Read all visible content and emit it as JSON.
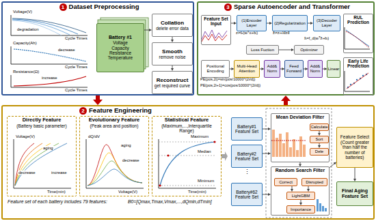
{
  "diagram": {
    "nodes": [
      {
        "text": [
          "1",
          "Dataset Preprocessing"
        ]
      },
      {
        "text": [
          "Battery #1",
          "Voltage",
          "Capacity",
          "Resistance",
          "Temperature"
        ],
        "in": 0
      },
      {
        "text": [
          "Collation",
          "delete error data"
        ],
        "in": 0
      },
      {
        "text": [
          "Smooth",
          "remove noise"
        ],
        "in": 0
      },
      {
        "text": [
          "Reconstruct",
          "get required curve"
        ],
        "in": 0
      },
      {
        "text": [
          "3",
          "Sparse Autoencoder and Transformer"
        ]
      },
      {
        "text": [
          "Feature Set Input"
        ],
        "in": 5
      },
      {
        "text": [
          "(1)Encoder Layer"
        ],
        "in": 5
      },
      {
        "text": [
          "(2)Regularization"
        ],
        "in": 5
      },
      {
        "text": [
          "(3)Decoder Layer"
        ],
        "in": 5
      },
      {
        "text": [
          "Loss Fuction"
        ],
        "in": 5
      },
      {
        "text": [
          "Optimizer"
        ],
        "in": 5
      },
      {
        "text": [
          "Positional Encoding"
        ],
        "in": 5
      },
      {
        "text": [
          "Multi-Head Attention"
        ],
        "in": 5
      },
      {
        "text": [
          "Add& Norm"
        ],
        "in": 5
      },
      {
        "text": [
          "Feed Forward"
        ],
        "in": 5
      },
      {
        "text": [
          "Add& Norm"
        ],
        "in": 5
      },
      {
        "text": [
          "Linear"
        ],
        "in": 5
      },
      {
        "text": [
          "RUL Prediction"
        ],
        "in": 5
      },
      {
        "text": [
          "Early Life Prediction"
        ],
        "in": 5
      },
      {
        "text": [
          "2",
          "Feature Engineering"
        ]
      },
      {
        "text": [
          "Directly Feature",
          "(Battery basic parameter)"
        ],
        "in": 20
      },
      {
        "text": [
          "Evolutionary Feature",
          "(Peak area and position)"
        ],
        "in": 20
      },
      {
        "text": [
          "Statistical Feature",
          "(Maximum,...,Interquartile Range)"
        ],
        "in": 20
      },
      {
        "text": [
          "Battery#1 Feature Set"
        ],
        "in": 20
      },
      {
        "text": [
          "Battery#2 Feature Set"
        ],
        "in": 20
      },
      {
        "text": [
          "Battery#62 Feature Set"
        ],
        "in": 20
      },
      {
        "text": [
          "Mean Deviation Filter"
        ],
        "in": 20
      },
      {
        "text": [
          "Calculate"
        ],
        "in": 27
      },
      {
        "text": [
          "Sort"
        ],
        "in": 27
      },
      {
        "text": [
          "Dele"
        ],
        "in": 27
      },
      {
        "text": [
          "Random Search Filter"
        ],
        "in": 20
      },
      {
        "text": [
          "Correct"
        ],
        "in": 31
      },
      {
        "text": [
          "Disrupted"
        ],
        "in": 31
      },
      {
        "text": [
          "LightGBM"
        ],
        "in": 31
      },
      {
        "text": [
          "Importance"
        ],
        "in": 31
      },
      {
        "text": [
          "Feature Select (Count greater than half the number of batteries)"
        ],
        "in": 20
      },
      {
        "text": [
          "Final Aging Feature Set"
        ],
        "in": 20
      }
    ],
    "edges": [
      {
        "from": 0,
        "to": 20,
        "arrow": "to"
      },
      {
        "from": 20,
        "to": 5,
        "arrow": "to"
      },
      {
        "from": 1,
        "to": 2,
        "arrow": "to"
      },
      {
        "from": 2,
        "to": 3,
        "arrow": "to"
      },
      {
        "from": 3,
        "to": 4,
        "arrow": "to"
      },
      {
        "from": 6,
        "to": 7,
        "arrow": "to"
      },
      {
        "from": 7,
        "to": 8,
        "arrow": "to"
      },
      {
        "from": 8,
        "to": 9,
        "arrow": "to"
      },
      {
        "from": 10,
        "to": 11,
        "arrow": "to"
      },
      {
        "from": 12,
        "to": 13,
        "arrow": "to"
      },
      {
        "from": 13,
        "to": 14,
        "arrow": "to"
      },
      {
        "from": 14,
        "to": 15,
        "arrow": "to"
      },
      {
        "from": 15,
        "to": 16,
        "arrow": "to"
      },
      {
        "from": 16,
        "to": 17,
        "arrow": "to"
      },
      {
        "from": 24,
        "to": 27,
        "arrow": "to"
      },
      {
        "from": 25,
        "to": 27,
        "arrow": "to"
      },
      {
        "from": 26,
        "to": 31,
        "arrow": "to"
      },
      {
        "from": 27,
        "to": 31,
        "arrow": "to"
      },
      {
        "from": 28,
        "to": 29,
        "arrow": "to"
      },
      {
        "from": 29,
        "to": 30,
        "arrow": "to"
      },
      {
        "from": 32,
        "to": 34,
        "arrow": "to"
      },
      {
        "from": 33,
        "to": 34,
        "arrow": "to"
      },
      {
        "from": 34,
        "to": 35,
        "arrow": "to"
      },
      {
        "from": 31,
        "to": 36,
        "arrow": "to"
      },
      {
        "from": 36,
        "to": 37,
        "arrow": "to"
      }
    ],
    "labels": [
      "Voltage(V)",
      "degradation",
      "Cycle Times",
      "Capacity(Ah)",
      "decrease",
      "Cycle Times",
      "Resistance(Ω)",
      "increase",
      "Cycle Times",
      "Voltage(V)",
      "aging",
      "decrease",
      "increase",
      "Time(min)",
      "dQ/dV",
      "aging",
      "decrease",
      "Voltage(V)",
      "Maximum",
      "Median",
      "Minimum",
      "Time(min)",
      "Feature set of each battery includes 79 features:",
      "B0=[Qmax,Tmax,Vmax,...,dQmin,dTmin]",
      "⋮",
      "zᵢ=fₑ(wᵢᵀxᵢ+bᵢ)",
      "z̃ᵢ=zᵢ+λ‖zᵢ‖",
      "x̂ᵢ=f_d(wᵢᵀz̃ᵢ+bᵢ)",
      "PE(pos,2i)=sin(pos/10000^(2i/d))",
      "PE(pos,2i+1)=cos(pos/10000^(2i/d))"
    ]
  }
}
